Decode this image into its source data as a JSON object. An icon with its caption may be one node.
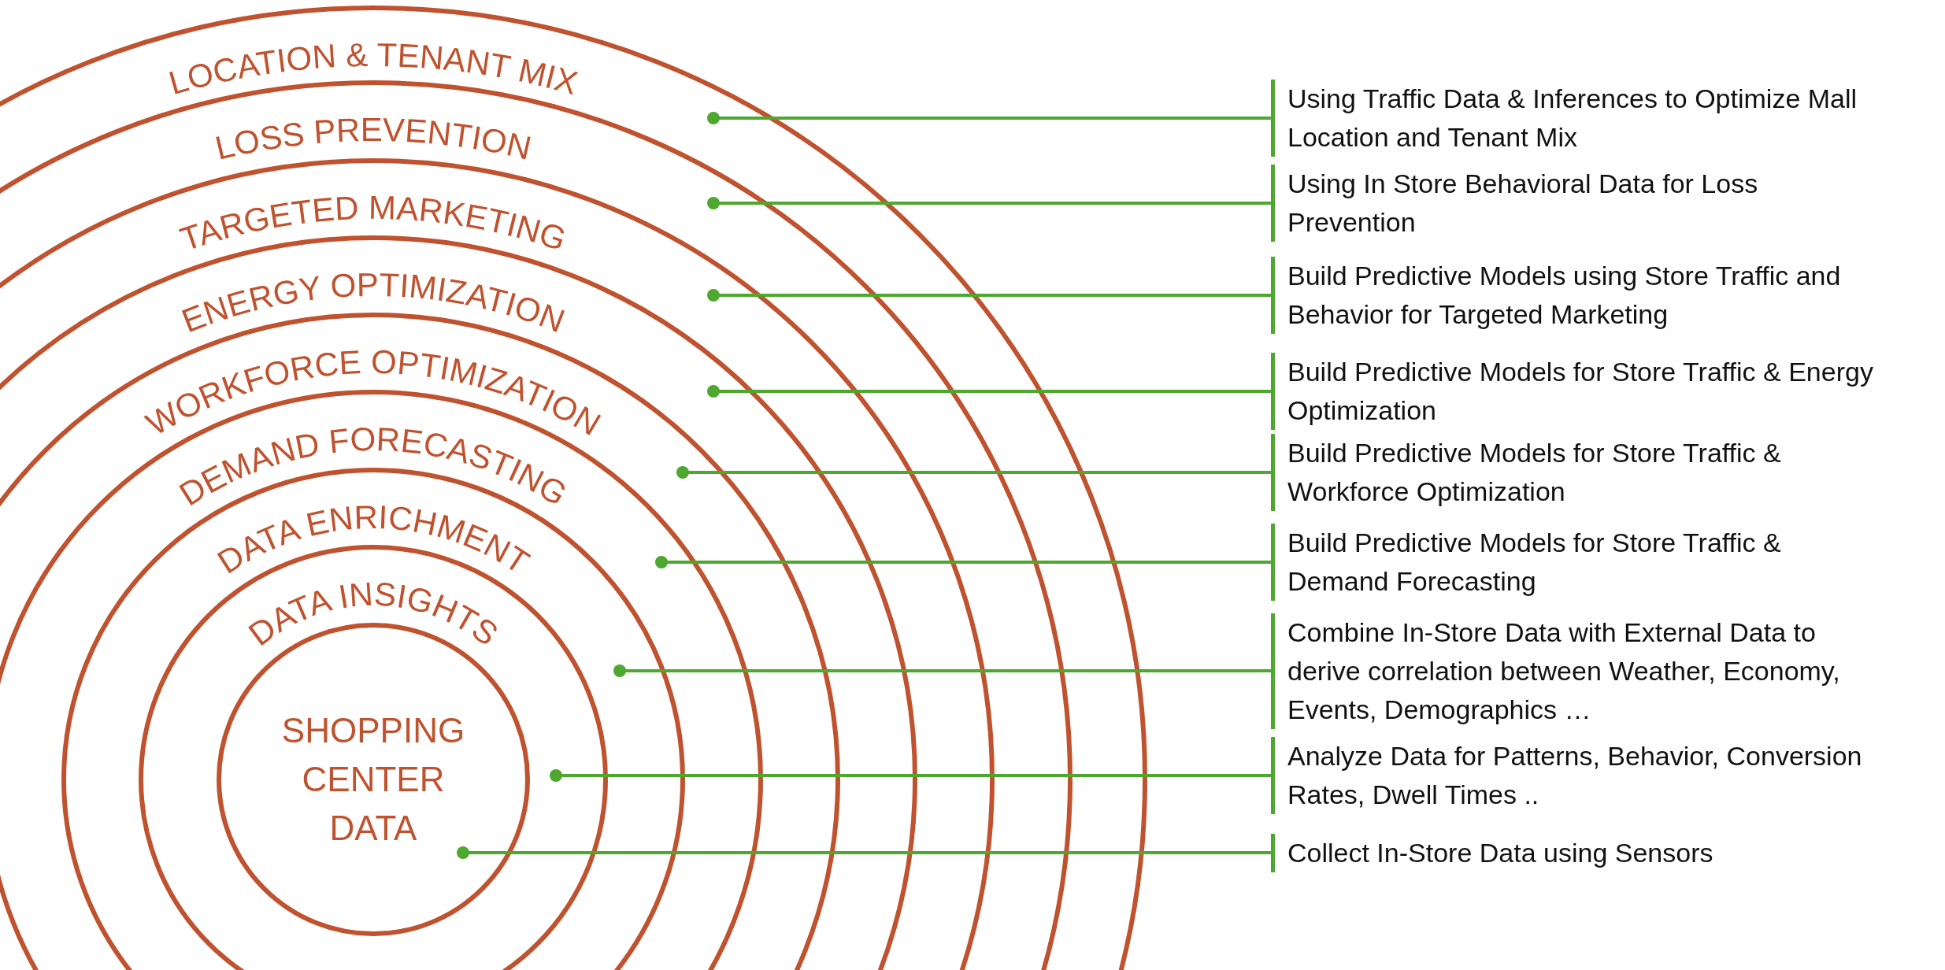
{
  "diagram": {
    "nodes": [
      {
        "text": [
          "LOCATION & TENANT MIX"
        ]
      },
      {
        "text": [
          "LOSS PREVENTION"
        ],
        "in": 0
      },
      {
        "text": [
          "TARGETED MARKETING"
        ],
        "in": 1
      },
      {
        "text": [
          "ENERGY OPTIMIZATION"
        ],
        "in": 2
      },
      {
        "text": [
          "WORKFORCE OPTIMIZATION"
        ],
        "in": 3
      },
      {
        "text": [
          "DEMAND FORECASTING"
        ],
        "in": 4
      },
      {
        "text": [
          "DATA ENRICHMENT"
        ],
        "in": 5
      },
      {
        "text": [
          "DATA INSIGHTS"
        ],
        "in": 6
      },
      {
        "text": [
          "SHOPPING CENTER DATA"
        ],
        "in": 7
      },
      {
        "text": [
          "Using Traffic Data & Inferences to Optimize Mall Location and Tenant Mix"
        ]
      },
      {
        "text": [
          "Using In Store Behavioral Data for Loss Prevention"
        ]
      },
      {
        "text": [
          "Build Predictive Models using Store Traffic and Behavior for Targeted Marketing"
        ]
      },
      {
        "text": [
          "Build Predictive Models for Store Traffic & Energy Optimization"
        ]
      },
      {
        "text": [
          "Build Predictive Models for Store Traffic & Workforce Optimization"
        ]
      },
      {
        "text": [
          "Build Predictive Models for Store Traffic & Demand Forecasting"
        ]
      },
      {
        "text": [
          "Combine In-Store Data with External Data to derive correlation between Weather, Economy, Events, Demographics …"
        ]
      },
      {
        "text": [
          "Analyze Data for Patterns, Behavior, Conversion Rates, Dwell Times .."
        ]
      },
      {
        "text": [
          "Collect In-Store Data using Sensors"
        ]
      }
    ],
    "edges": [
      {
        "from": 9,
        "to": 0,
        "arrow": "other"
      },
      {
        "from": 10,
        "to": 1,
        "arrow": "other"
      },
      {
        "from": 11,
        "to": 2,
        "arrow": "other"
      },
      {
        "from": 12,
        "to": 3,
        "arrow": "other"
      },
      {
        "from": 13,
        "to": 4,
        "arrow": "other"
      },
      {
        "from": 14,
        "to": 5,
        "arrow": "other"
      },
      {
        "from": 15,
        "to": 6,
        "arrow": "other"
      },
      {
        "from": 16,
        "to": 7,
        "arrow": "other"
      },
      {
        "from": 17,
        "to": 8,
        "arrow": "other"
      }
    ]
  }
}
